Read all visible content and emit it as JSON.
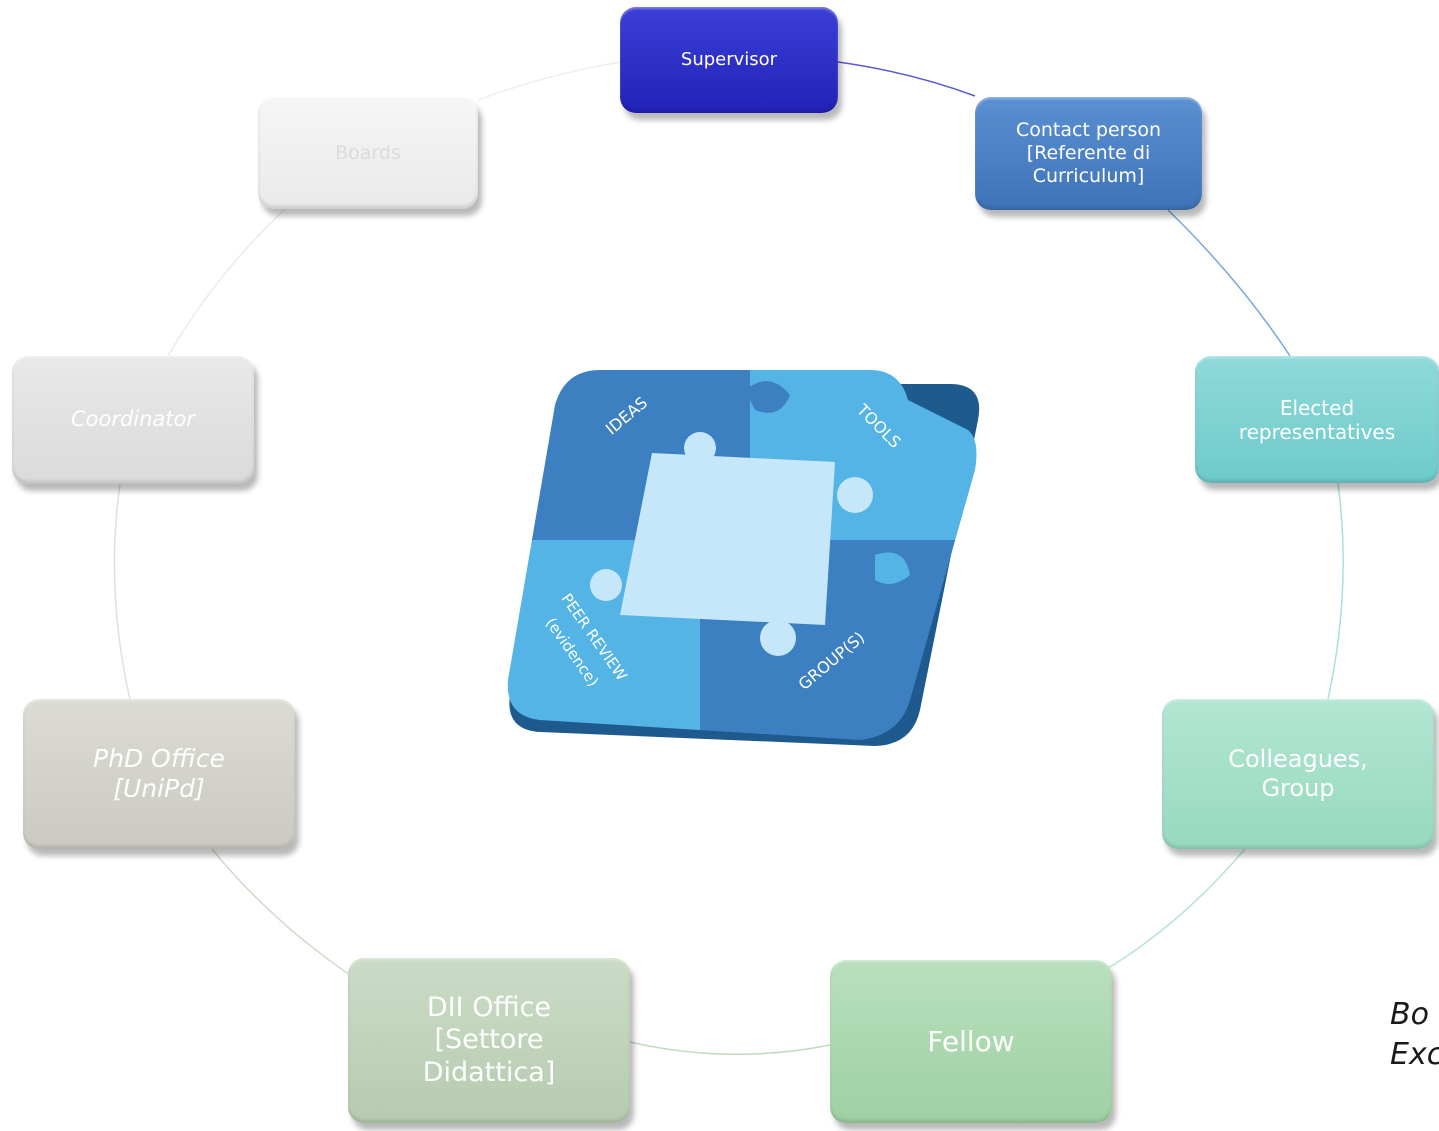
{
  "diagram": {
    "center": {
      "pieces": {
        "ideas": "IDEAS",
        "tools": "TOOLS",
        "peer_review_line1": "PEER REVIEW",
        "peer_review_line2": "(evidence)",
        "groups": "GROUP(S)"
      },
      "colors": {
        "dark": "#3d80c2",
        "light": "#54b4e6",
        "center": "#c6e6f9"
      }
    },
    "nodes": {
      "supervisor": "Supervisor",
      "contact_person": "Contact person\n[Referente di\nCurriculum]",
      "elected": "Elected\nrepresentatives",
      "colleagues": "Colleagues,\nGroup",
      "fellow": "Fellow",
      "dii_office": "DII Office\n[Settore\nDidattica]",
      "phd_office": "PhD Office\n[UniPd]",
      "coordinator": "Coordinator",
      "boards": "Boards"
    },
    "side_text": {
      "line1": "Bo",
      "line2": "Exc"
    }
  }
}
